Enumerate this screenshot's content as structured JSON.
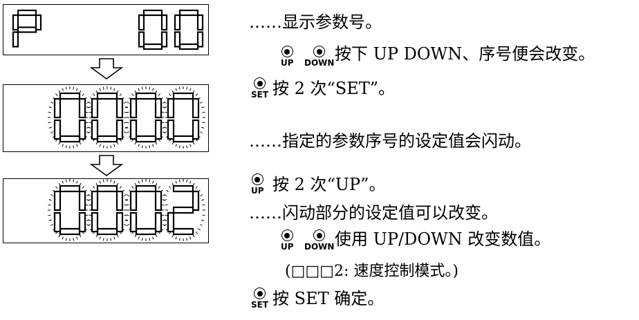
{
  "displays": [
    {
      "name": "param-number",
      "glyphs": [
        "P",
        " ",
        "0",
        "0"
      ],
      "blinking": false
    },
    {
      "name": "set-value",
      "glyphs": [
        "0",
        "0",
        "0",
        "0"
      ],
      "blinking": true
    },
    {
      "name": "changed-value",
      "glyphs": [
        "0",
        "0",
        "0",
        "2"
      ],
      "blinking": true
    }
  ],
  "buttons": {
    "up": "UP",
    "down": "DOWN",
    "set": "SET"
  },
  "steps": {
    "s1": "……显示参数号。",
    "s2": "按下 UP DOWN、序号便会改变。",
    "s3": "按 2 次“SET”。",
    "s4": "……指定的参数序号的设定值会闪动。",
    "s5": "按 2 次“UP”。",
    "s6": "……闪动部分的设定值可以改变。",
    "s7": "使用 UP/DOWN 改变数值。",
    "s8": "(□□□2: 速度控制模式。)",
    "s9": "按 SET 确定。"
  }
}
